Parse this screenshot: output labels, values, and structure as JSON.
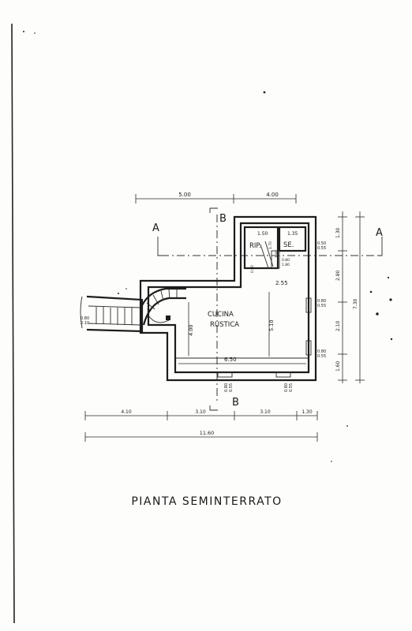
{
  "drawing": {
    "title": "PIANTA SEMINTERRATO",
    "rooms": {
      "main": [
        "CUCINA",
        "RUSTICA"
      ],
      "storage": "RIP.",
      "wc": "SE."
    },
    "section_marks": {
      "horizontal": "A",
      "vertical": "B"
    },
    "dimensions": {
      "top": [
        "5.00",
        "4.00"
      ],
      "rip_width": "1.50",
      "wc_width": "1.35",
      "rip_wc_small": [
        "1.70",
        "1.80",
        "0.80",
        "1.80",
        "0.80"
      ],
      "corridor_width": "2.55",
      "room_height": "4.00",
      "room_depth": "5.10",
      "room_width": "6.50",
      "stair_window": [
        "0.80",
        "2.10"
      ],
      "right_windows": [
        "0.50",
        "0.55"
      ],
      "right_windows_mid": [
        "0.80",
        "0.55"
      ],
      "right_windows_low": [
        "0.80",
        "0.55"
      ],
      "bottom_windows_left": [
        "0.80",
        "0.55"
      ],
      "bottom_windows_right": [
        "0.80",
        "0.55"
      ],
      "right_chain": [
        "1.30",
        "2.80",
        "2.10",
        "1.60"
      ],
      "right_total": "7.30",
      "bottom_chain": [
        "4.10",
        "3.10",
        "3.10",
        "1.30"
      ],
      "bottom_total": "11.60"
    }
  }
}
